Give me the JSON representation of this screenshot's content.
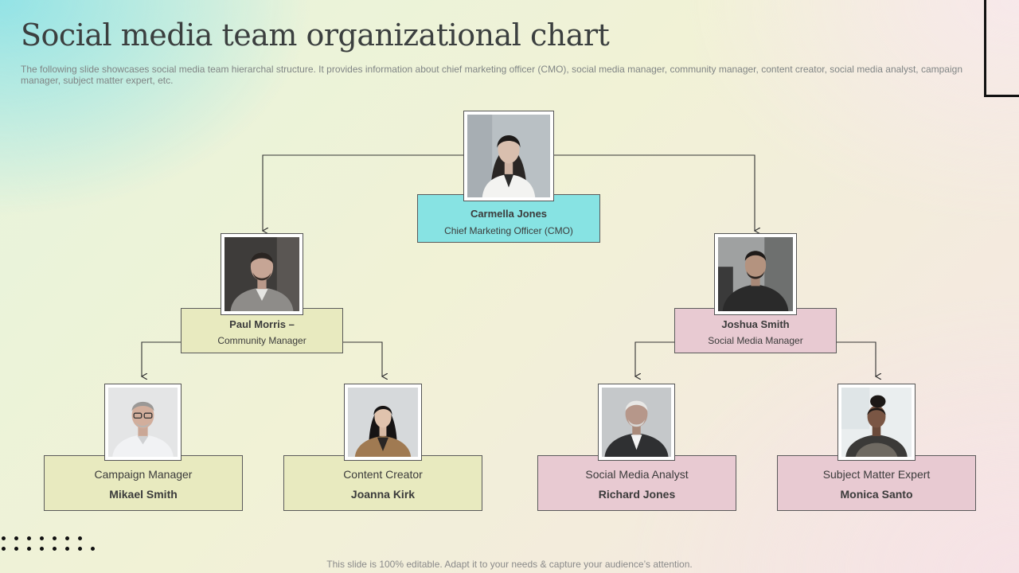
{
  "header": {
    "title": "Social media team organizational chart",
    "subtitle": "The following slide showcases social media team hierarchal structure. It provides information about chief marketing officer (CMO),  social media manager, community manager, content creator, social media analyst, campaign manager, subject matter expert, etc."
  },
  "org": {
    "cmo": {
      "name": "Carmella Jones",
      "role": "Chief Marketing Officer (CMO)",
      "photo_icon": "woman-portrait-icon"
    },
    "community_manager": {
      "name": "Paul Morris –",
      "role": "Community Manager",
      "photo_icon": "man-portrait-icon"
    },
    "social_media_manager": {
      "name": "Joshua  Smith",
      "role": "Social Media Manager",
      "photo_icon": "man-portrait-icon"
    },
    "campaign_manager": {
      "role": "Campaign Manager",
      "name": "Mikael Smith",
      "photo_icon": "man-portrait-icon"
    },
    "content_creator": {
      "role": "Content Creator",
      "name": "Joanna Kirk",
      "photo_icon": "woman-portrait-icon"
    },
    "social_media_analyst": {
      "role": "Social Media Analyst",
      "name": "Richard Jones",
      "photo_icon": "man-portrait-icon"
    },
    "subject_matter_expert": {
      "role": "Subject Matter Expert",
      "name": "Monica Santo",
      "photo_icon": "woman-portrait-icon"
    }
  },
  "colors": {
    "cmo_box": "#87e3e3",
    "community_branch_box": "#e8eabf",
    "social_branch_box": "#e8cad2"
  },
  "footer": {
    "text": "This slide is 100% editable. Adapt it to your needs & capture your audience’s attention."
  }
}
